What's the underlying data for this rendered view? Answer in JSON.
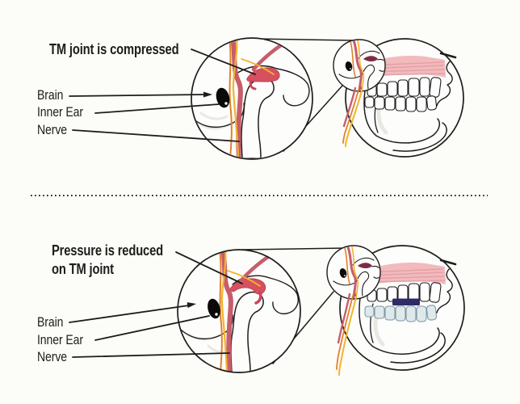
{
  "panels": [
    {
      "title_lines": [
        "TM joint is compressed",
        ""
      ],
      "labels": {
        "brain": "Brain",
        "inner_ear": "Inner Ear",
        "nerve": "Nerve"
      }
    },
    {
      "title_lines": [
        "Pressure is reduced",
        "on TM joint"
      ],
      "labels": {
        "brain": "Brain",
        "inner_ear": "Inner Ear",
        "nerve": "Nerve"
      }
    }
  ],
  "colors": {
    "background": "#fcfcf9",
    "ink": "#1f1d1b",
    "artery_red": "#c75d6b",
    "disc_red": "#d8505f",
    "disc_dark_red": "#7e2c45",
    "nerve_yellow": "#f2b42c",
    "nerve_orange": "#e0812e",
    "muscle_pink": "#f2babc",
    "muscle_stripe_pink": "#e2a0a7",
    "splint_navy": "#2f2b69",
    "lower_teeth_blue": "#dfe9ec",
    "lower_teeth_outline": "#7d98a2",
    "shading_gray": "#e9e8e2"
  }
}
